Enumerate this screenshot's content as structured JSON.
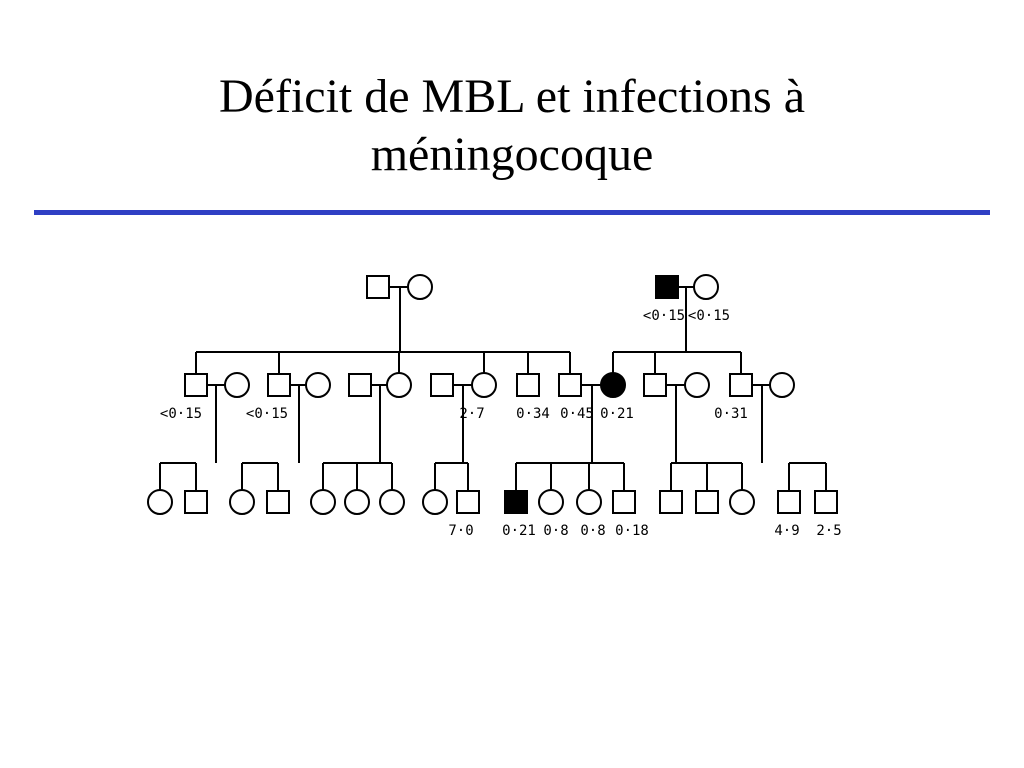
{
  "slide": {
    "title_line1": "Déficit de MBL et infections à",
    "title_line2": "méningocoque",
    "rule_color": "#2f3fc4"
  },
  "pedigree": {
    "generation_1": [
      {
        "sex": "male",
        "affected": false,
        "label": ""
      },
      {
        "sex": "female",
        "affected": false,
        "label": ""
      },
      {
        "sex": "male",
        "affected": true,
        "label": "<0·15"
      },
      {
        "sex": "female",
        "affected": false,
        "label": "<0·15"
      }
    ],
    "generation_2": [
      {
        "sex": "male",
        "affected": false,
        "label": "<0·15"
      },
      {
        "sex": "female",
        "affected": false,
        "label": ""
      },
      {
        "sex": "male",
        "affected": false,
        "label": "<0·15"
      },
      {
        "sex": "female",
        "affected": false,
        "label": ""
      },
      {
        "sex": "male",
        "affected": false,
        "label": ""
      },
      {
        "sex": "female",
        "affected": false,
        "label": ""
      },
      {
        "sex": "male",
        "affected": false,
        "label": ""
      },
      {
        "sex": "female",
        "affected": false,
        "label": "2·7"
      },
      {
        "sex": "male",
        "affected": false,
        "label": "0·34"
      },
      {
        "sex": "male",
        "affected": false,
        "label": "0·45"
      },
      {
        "sex": "female",
        "affected": true,
        "label": "0·21"
      },
      {
        "sex": "male",
        "affected": false,
        "label": ""
      },
      {
        "sex": "female",
        "affected": false,
        "label": ""
      },
      {
        "sex": "male",
        "affected": false,
        "label": "0·31"
      },
      {
        "sex": "female",
        "affected": false,
        "label": ""
      }
    ],
    "generation_3": [
      {
        "sex": "female",
        "affected": false,
        "label": ""
      },
      {
        "sex": "male",
        "affected": false,
        "label": ""
      },
      {
        "sex": "female",
        "affected": false,
        "label": ""
      },
      {
        "sex": "male",
        "affected": false,
        "label": ""
      },
      {
        "sex": "female",
        "affected": false,
        "label": ""
      },
      {
        "sex": "female",
        "affected": false,
        "label": ""
      },
      {
        "sex": "female",
        "affected": false,
        "label": ""
      },
      {
        "sex": "female",
        "affected": false,
        "label": ""
      },
      {
        "sex": "male",
        "affected": false,
        "label": "7·0"
      },
      {
        "sex": "male",
        "affected": true,
        "label": "0·21"
      },
      {
        "sex": "female",
        "affected": false,
        "label": "0·8"
      },
      {
        "sex": "female",
        "affected": false,
        "label": "0·8"
      },
      {
        "sex": "male",
        "affected": false,
        "label": "0·18"
      },
      {
        "sex": "male",
        "affected": false,
        "label": ""
      },
      {
        "sex": "male",
        "affected": false,
        "label": ""
      },
      {
        "sex": "female",
        "affected": false,
        "label": ""
      },
      {
        "sex": "male",
        "affected": false,
        "label": "4·9"
      },
      {
        "sex": "male",
        "affected": false,
        "label": "2·5"
      }
    ]
  }
}
